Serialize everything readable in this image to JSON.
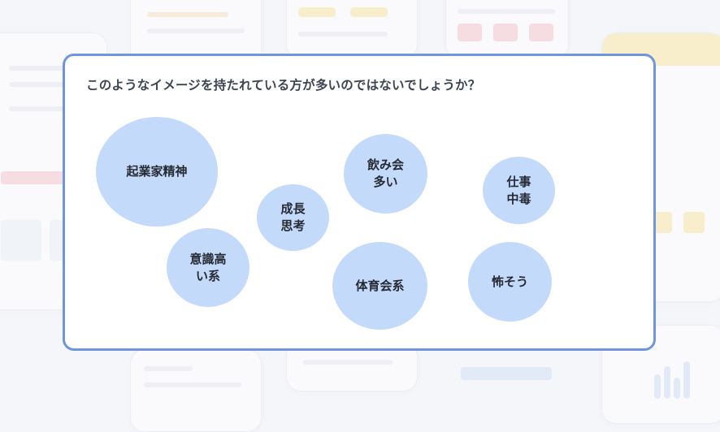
{
  "slide": {
    "title": "このようなイメージを持たれている方が多いのではないでしょうか？",
    "bubbles": [
      {
        "id": "entrepreneur",
        "label": "起業家精神"
      },
      {
        "id": "high-awareness",
        "label": "意識高\nい系"
      },
      {
        "id": "growth",
        "label": "成長\n思考"
      },
      {
        "id": "drinking",
        "label": "飲み会\n多い"
      },
      {
        "id": "athletic",
        "label": "体育会系"
      },
      {
        "id": "workaholic",
        "label": "仕事\n中毒"
      },
      {
        "id": "scary",
        "label": "怖そう"
      }
    ]
  },
  "colors": {
    "frame_border": "#6f95df",
    "bubble_fill": "#c4dafb",
    "title_text": "#3d4452",
    "bubble_text": "#262a33"
  }
}
